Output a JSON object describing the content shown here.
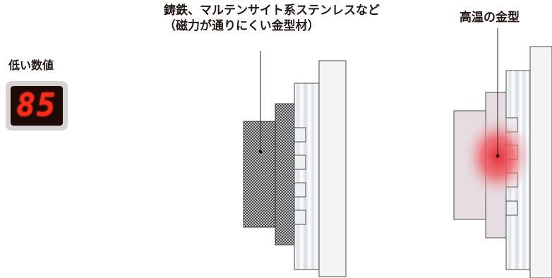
{
  "labels": {
    "left_line1": "鋳鉄、マルテンサイト系ステンレスなど",
    "left_line2": "（磁力が通りにくい金型材）",
    "right": "高温の金型"
  },
  "meter": {
    "title": "低い数値",
    "value": "85"
  },
  "colors": {
    "digit": "#ff2a1a",
    "hot_spot": "#e8303a",
    "mold_fill": "#e6dde2",
    "mesh": "#3b3b3b"
  }
}
